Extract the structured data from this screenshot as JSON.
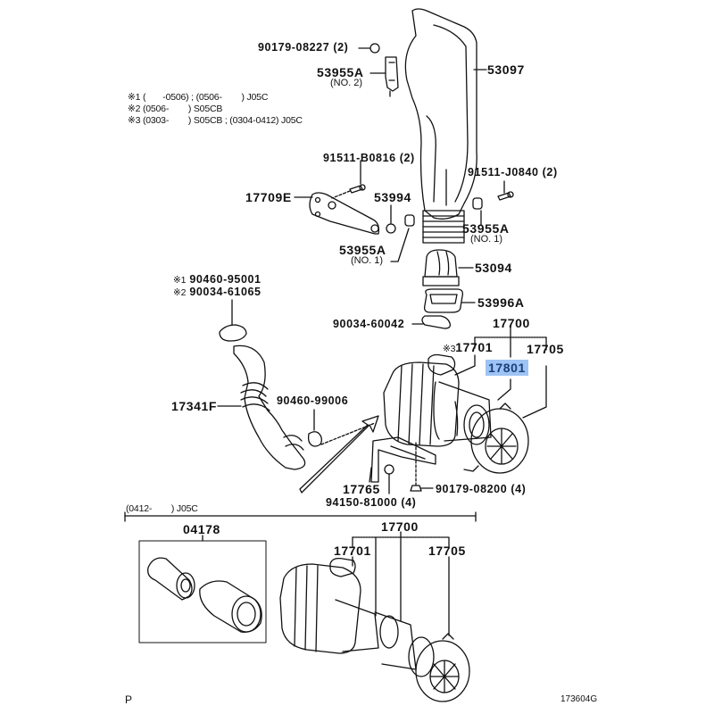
{
  "diagram": {
    "figure_code": "173604G",
    "page_marker": "P",
    "highlight_color": "#9ec3f5",
    "notes": [
      {
        "mark": "※1",
        "text": "(       -0506) ; (0506-        ) J05C"
      },
      {
        "mark": "※2",
        "text": "(0506-        ) S05CB"
      },
      {
        "mark": "※3",
        "text": "(0303-        ) S05CB ; (0304-0412) J05C"
      }
    ],
    "parts": {
      "p90179_08227": "90179-08227 (2)",
      "p53955a_no2": "53955A",
      "p53955a_no2_sub": "(NO. 2)",
      "p53097": "53097",
      "p91511_b0816": "91511-B0816 (2)",
      "p91511_j0840": "91511-J0840 (2)",
      "p17709e": "17709E",
      "p53994": "53994",
      "p53955a_no1_left": "53955A",
      "p53955a_no1_left_sub": "(NO. 1)",
      "p53955a_no1_right": "53955A",
      "p53955a_no1_right_sub": "(NO. 1)",
      "p53094": "53094",
      "p53996a": "53996A",
      "p90034_60042": "90034-60042",
      "p17700": "17700",
      "p17701_mark": "※3",
      "p17701": "17701",
      "p17705": "17705",
      "p17801": "17801",
      "p90460_95001_mark": "※1",
      "p90460_95001": "90460-95001",
      "p90034_61065_mark": "※2",
      "p90034_61065": "90034-61065",
      "p17341f": "17341F",
      "p90460_99006": "90460-99006",
      "p17765": "17765",
      "p90179_08200": "90179-08200 (4)",
      "p94150_81000": "94150-81000 (4)"
    },
    "inset": {
      "range_label": "(0412-        ) J05C",
      "p04178": "04178",
      "p17700": "17700",
      "p17701": "17701",
      "p17705": "17705"
    }
  }
}
